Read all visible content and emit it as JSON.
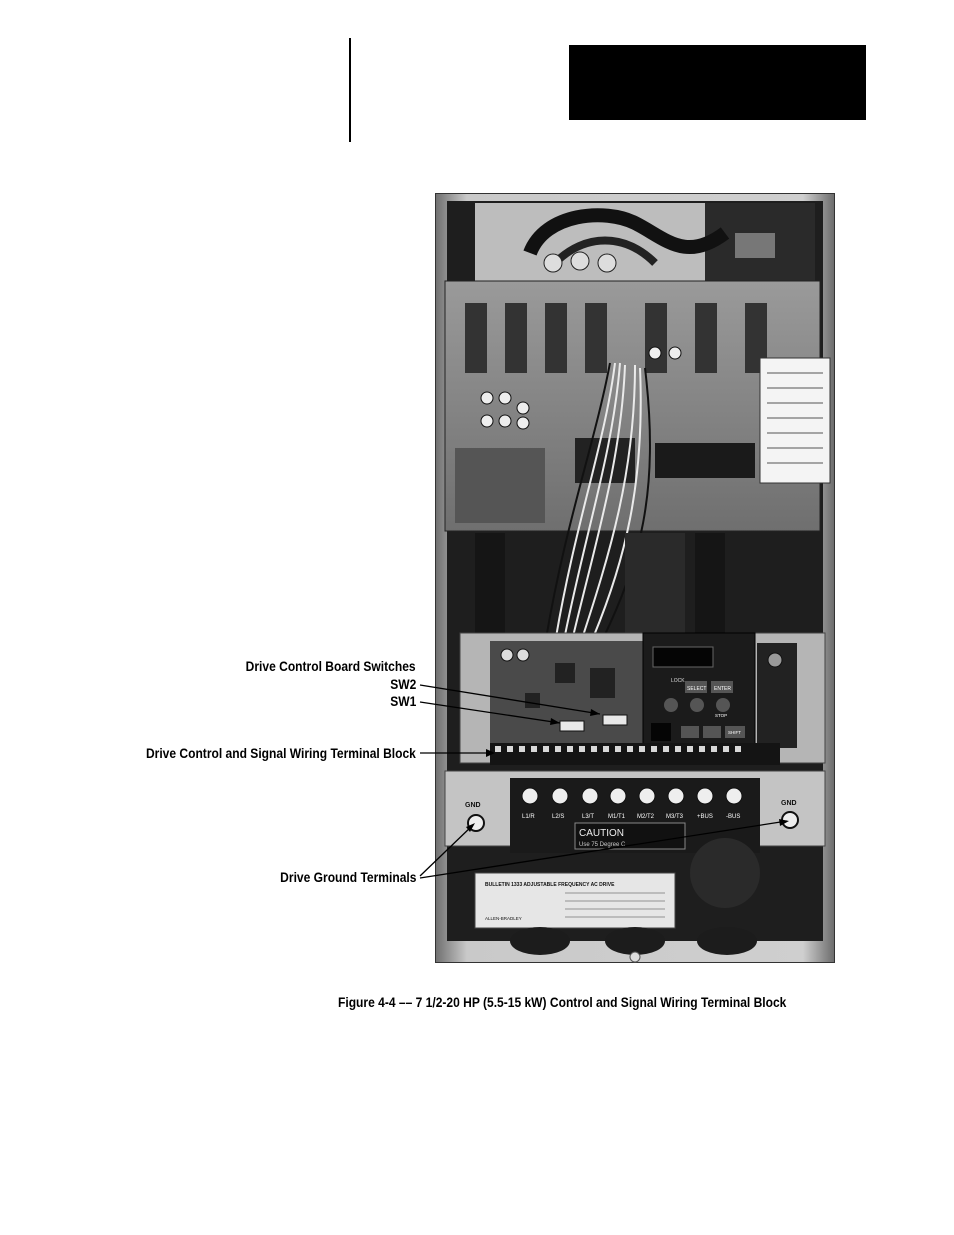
{
  "callouts": {
    "switches_heading": "Drive Control Board Switches",
    "sw2": "SW2",
    "sw1": "SW1",
    "terminal_block": "Drive Control and Signal Wiring Terminal Block",
    "ground_terminals": "Drive Ground Terminals"
  },
  "photo_text": {
    "keypad_lock": "LOCK",
    "keypad_select": "SELECT",
    "keypad_enter": "ENTER",
    "keypad_stop": "STOP",
    "keypad_shift": "SHIFT",
    "gnd_left": "GND",
    "gnd_right": "GND",
    "terminals": [
      "L1/R",
      "L2/S",
      "L3/T",
      "M1/T1",
      "M2/T2",
      "M3/T3",
      "+BUS",
      "-BUS"
    ],
    "caution_title": "CAUTION",
    "caution_text": "Use 75 Degree C",
    "nameplate_title": "BULLETIN 1333 ADJUSTABLE FREQUENCY AC DRIVE",
    "nameplate_brand": "ALLEN-BRADLEY"
  },
  "figure": {
    "caption": "Figure 4-4  ––  7 1/2-20 HP (5.5-15 kW) Control and Signal Wiring Terminal Block"
  }
}
